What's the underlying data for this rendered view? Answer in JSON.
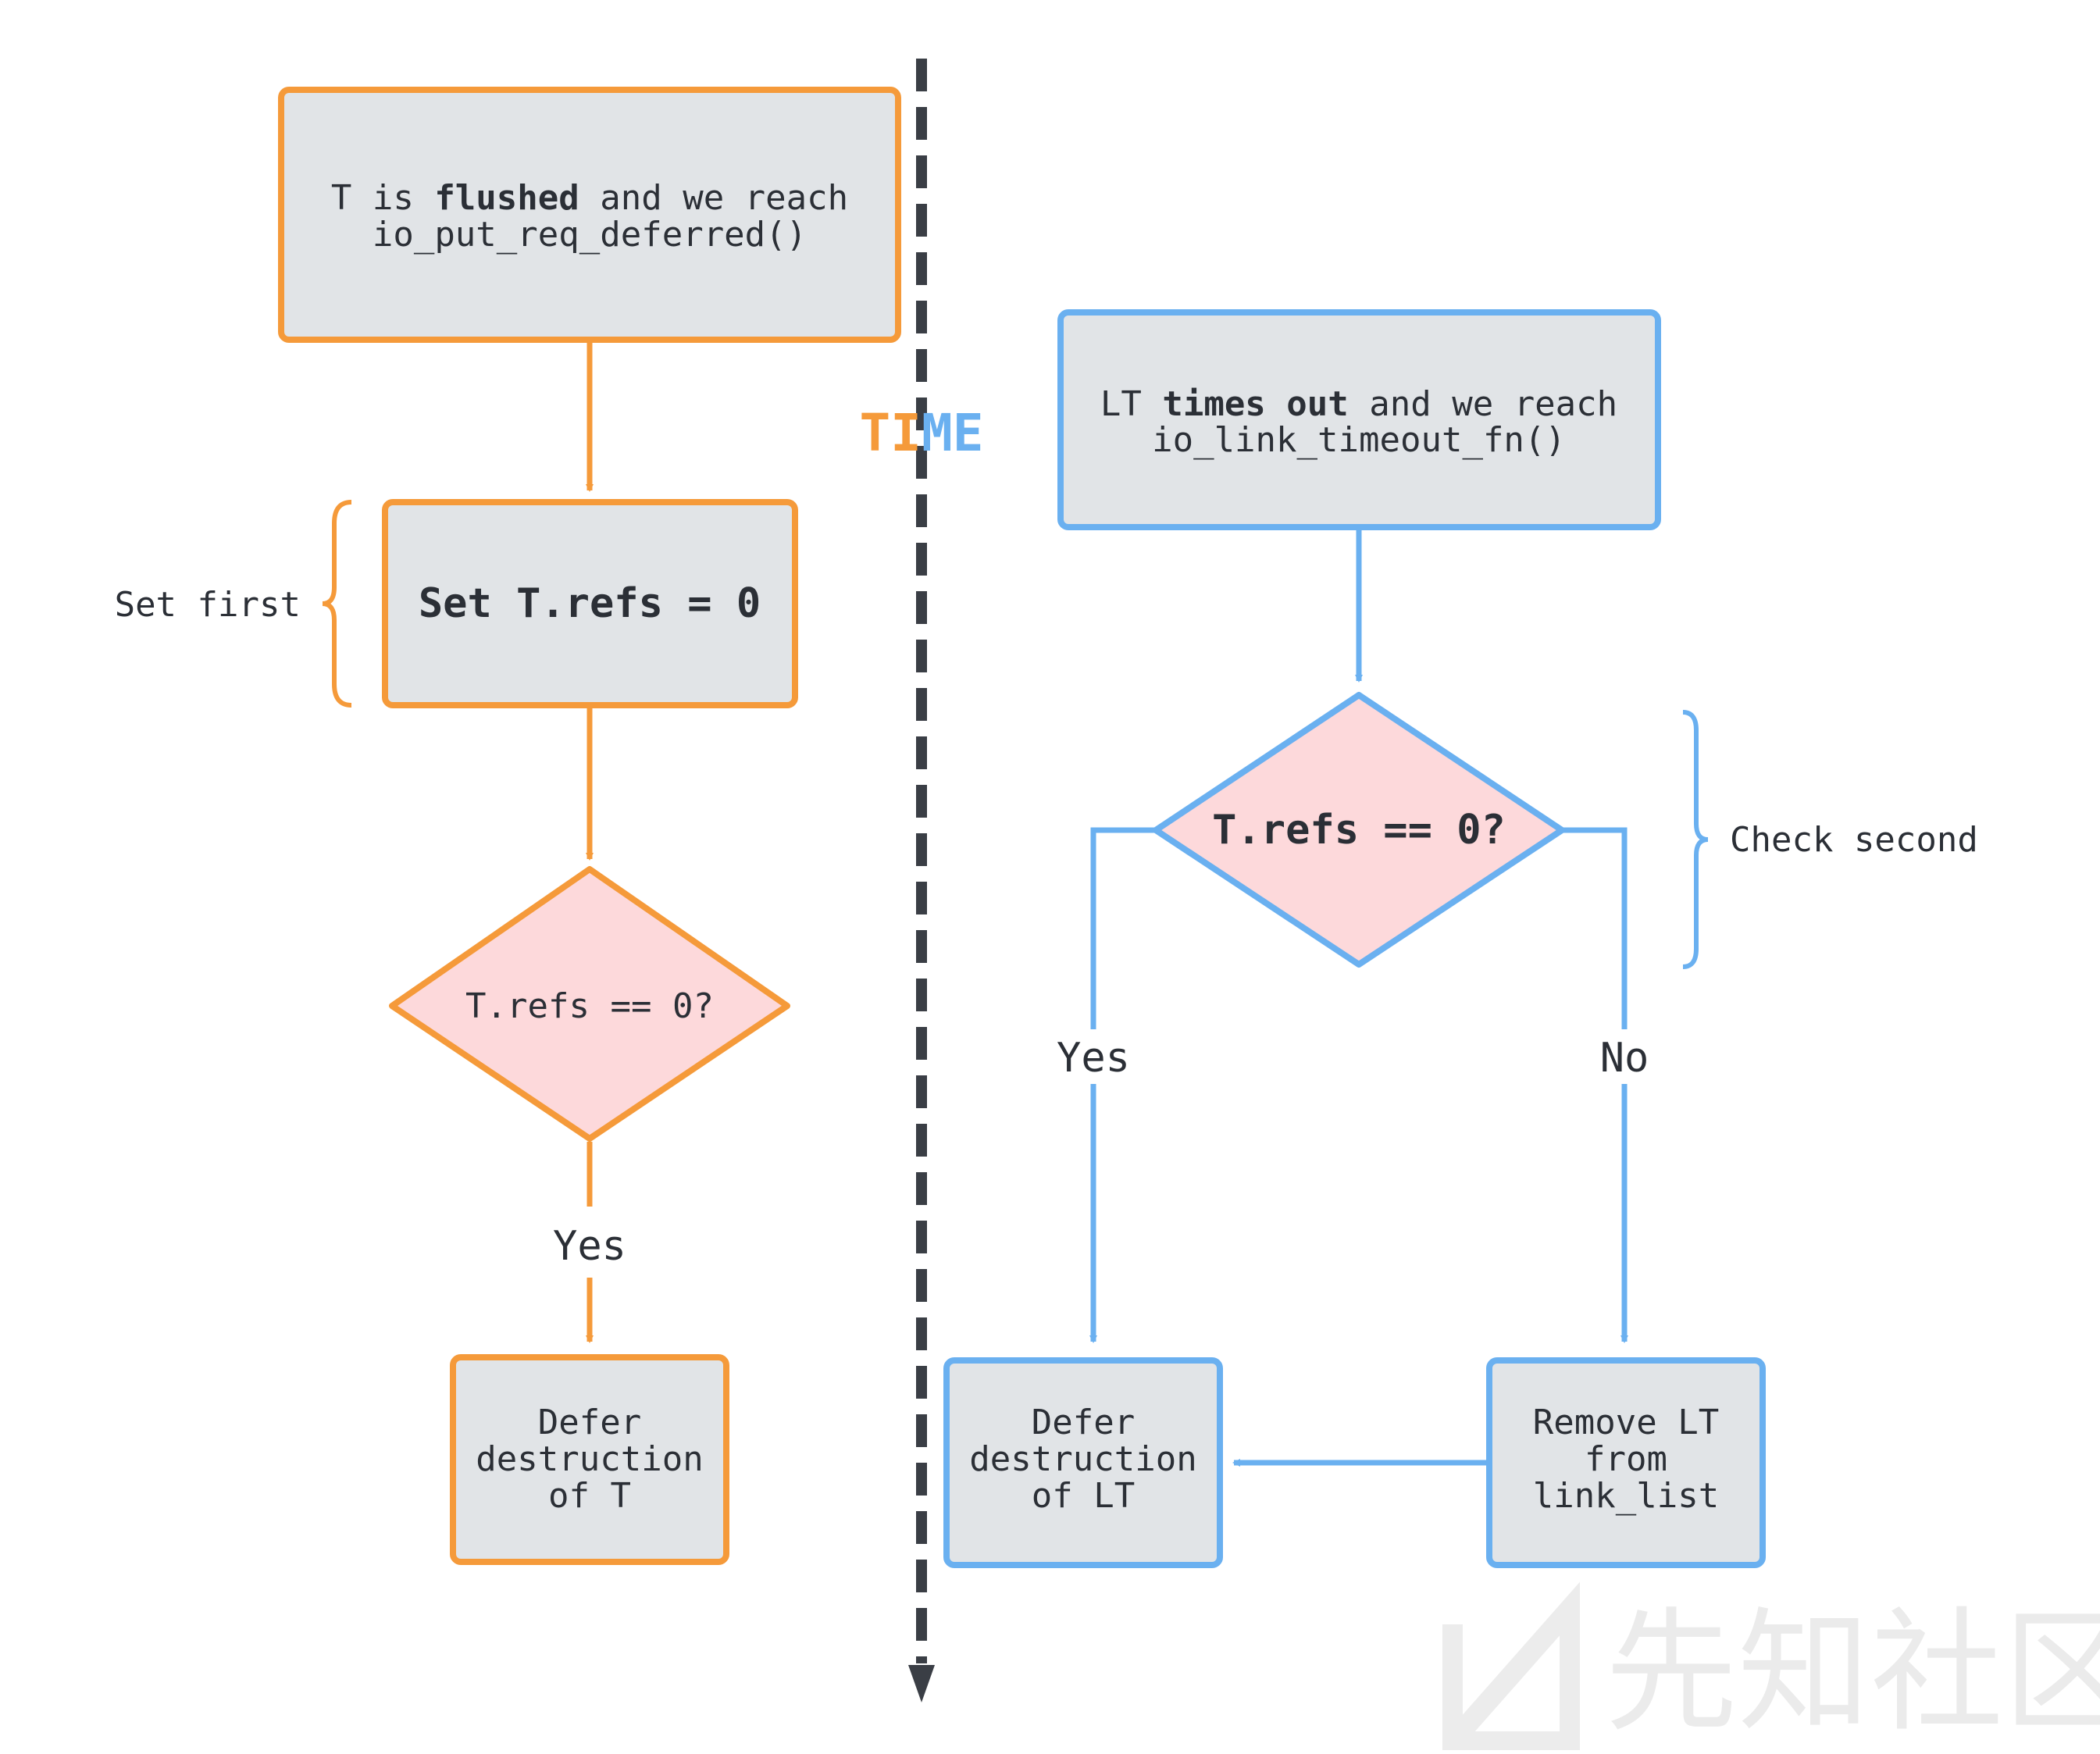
{
  "colors": {
    "orange": "#f59a3a",
    "blue": "#6ab0f0",
    "box_fill": "#e1e4e7",
    "diamond_fill": "#fdd9db",
    "text": "#2b2f36",
    "timeline": "#3a3e45"
  },
  "timeline": {
    "label_part1": "TI",
    "label_part2": "ME"
  },
  "left_flow": {
    "start_box": {
      "line1_pre": "T is ",
      "line1_bold": "flushed",
      "line1_post": " and we reach",
      "line2": "io_put_req_deferred()"
    },
    "set_box": {
      "label": "Set T.refs = 0"
    },
    "brace_label": "Set first",
    "decision": {
      "label": "T.refs == 0?"
    },
    "yes_label": "Yes",
    "end_box": {
      "line1": "Defer",
      "line2": "destruction",
      "line3": "of T"
    }
  },
  "right_flow": {
    "start_box": {
      "line1_pre": "LT ",
      "line1_bold": "times out",
      "line1_post": " and we reach",
      "line2": "io_link_timeout_fn()"
    },
    "decision": {
      "label": "T.refs == 0?"
    },
    "brace_label": "Check second",
    "yes_label": "Yes",
    "no_label": "No",
    "defer_box": {
      "line1": "Defer",
      "line2": "destruction",
      "line3": "of LT"
    },
    "remove_box": {
      "line1": "Remove LT",
      "line2": "from",
      "line3": "link_list"
    }
  },
  "watermark": {
    "text": "先知社区",
    "icon": "xianzhi-logo-icon"
  }
}
